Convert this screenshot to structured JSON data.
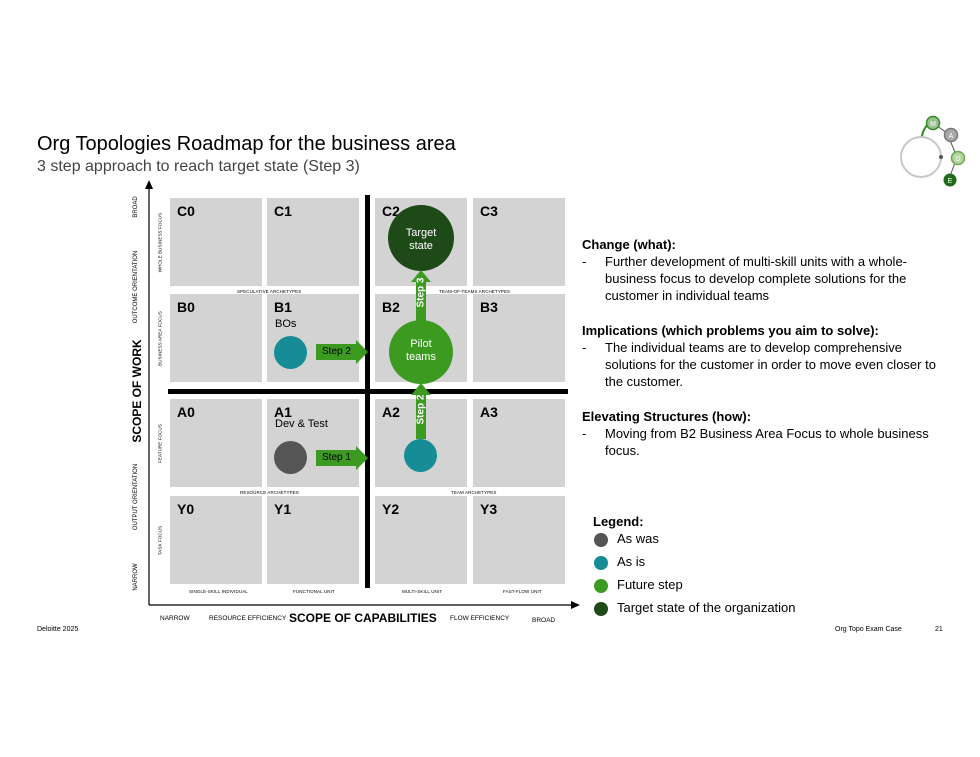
{
  "title": "Org Topologies Roadmap for the business area",
  "subtitle": "3 step approach to reach target state (Step 3)",
  "grid": {
    "cells": {
      "C0": "C0",
      "C1": "C1",
      "C2": "C2",
      "C3": "C3",
      "B0": "B0",
      "B1": "B1",
      "B2": "B2",
      "B3": "B3",
      "A0": "A0",
      "A1": "A1",
      "A2": "A2",
      "A3": "A3",
      "Y0": "Y0",
      "Y1": "Y1",
      "Y2": "Y2",
      "Y3": "Y3"
    },
    "b1_note": "BOs",
    "a1_note": "Dev & Test",
    "archetypes": {
      "speculative": "Speculative archetypes",
      "team_of_teams": "Team-of-teams archetypes",
      "resource": "Resource archetypes",
      "team": "Team archetypes"
    },
    "bottom_units": {
      "single": "Single-skill individual",
      "functional": "Functional unit",
      "multi": "Multi-skill unit",
      "fast": "Fast-flow unit"
    },
    "left_focus": {
      "whole": "Whole business focus",
      "business_area": "Business area focus",
      "feature": "Feature focus",
      "task": "Task focus"
    }
  },
  "y_axis": {
    "label": "SCOPE OF WORK",
    "broad": "BROAD",
    "outcome": "OUTCOME ORIENTATION",
    "output": "OUTPUT ORIENTATION",
    "narrow": "NARROW"
  },
  "x_axis": {
    "label": "SCOPE OF CAPABILITIES",
    "narrow": "NARROW",
    "resource": "RESOURCE EFFICIENCY",
    "flow": "FLOW EFFICIENCY",
    "broad": "BROAD"
  },
  "diagram": {
    "target_state": "Target state",
    "pilot_teams": "Pilot teams",
    "step1": "Step 1",
    "step2": "Step 2",
    "step2_vertical": "Step 2",
    "step3": "Step 3"
  },
  "right_panel": {
    "change_head": "Change (what):",
    "change_text": "Further development of multi-skill units with a whole-business focus to develop complete solutions for the customer in individual teams",
    "impl_head": "Implications (which problems you aim to solve):",
    "impl_text": "The individual teams are to develop comprehensive solutions for the customer in order to move even closer to the customer.",
    "elev_head": "Elevating Structures (how):",
    "elev_text": "Moving from B2 Business Area Focus to whole business focus."
  },
  "legend": {
    "title": "Legend:",
    "items": [
      "As was",
      "As is",
      "Future step",
      "Target state of the organization"
    ]
  },
  "logo": {
    "letters": [
      "M",
      "A",
      "D",
      "E"
    ]
  },
  "footer": {
    "left": "Deloitte 2025",
    "center": "Org Topo Exam Case",
    "page": "21"
  },
  "colors": {
    "as_was": "#555555",
    "as_is": "#168c96",
    "future": "#3c9a20",
    "target": "#1d4a17",
    "cell": "#d3d3d3"
  }
}
